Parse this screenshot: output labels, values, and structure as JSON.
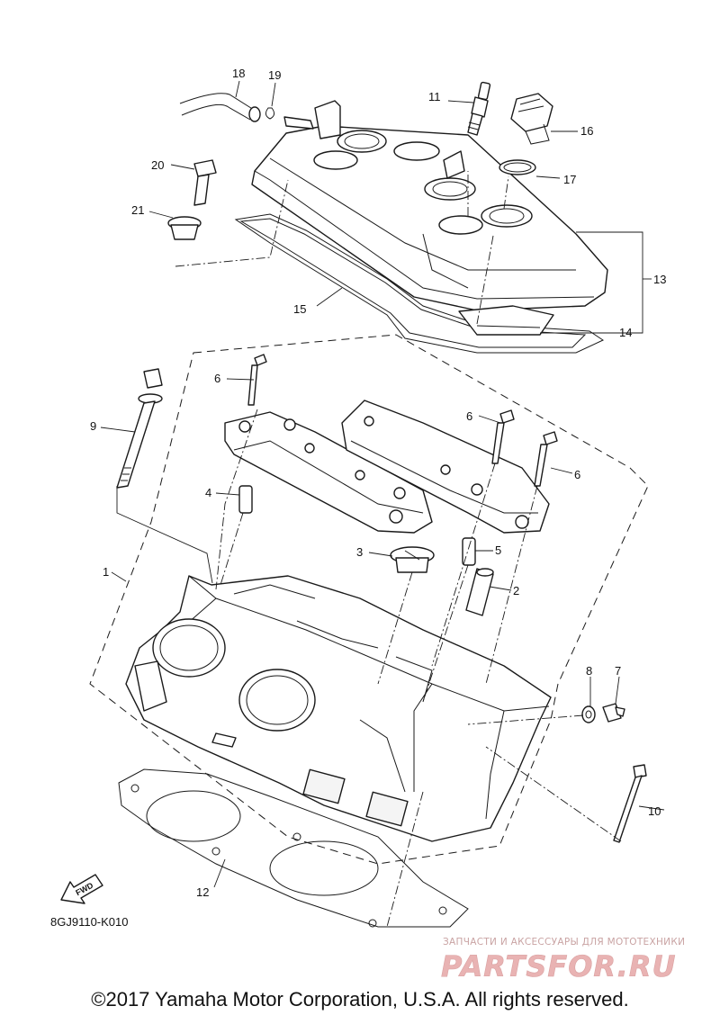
{
  "callouts": {
    "c1": "1",
    "c2": "2",
    "c3": "3",
    "c4": "4",
    "c5": "5",
    "c6a": "6",
    "c6b": "6",
    "c6c": "6",
    "c7": "7",
    "c8": "8",
    "c9": "9",
    "c10": "10",
    "c11": "11",
    "c12": "12",
    "c13": "13",
    "c14": "14",
    "c15": "15",
    "c16": "16",
    "c17": "17",
    "c18": "18",
    "c19": "19",
    "c20": "20",
    "c21": "21"
  },
  "fwd_label": "FWD",
  "diagram_code": "8GJ9110-K010",
  "watermark": {
    "tagline": "ЗАПЧАСТИ И АКСЕССУАРЫ ДЛЯ МОТОТЕХНИКИ",
    "logo_text": "PARTSFOR.RU",
    "color": "#c43b3b"
  },
  "copyright": "©2017 Yamaha Motor Corporation, U.S.A. All rights reserved.",
  "colors": {
    "line": "#1a1a1a",
    "background": "#ffffff"
  }
}
